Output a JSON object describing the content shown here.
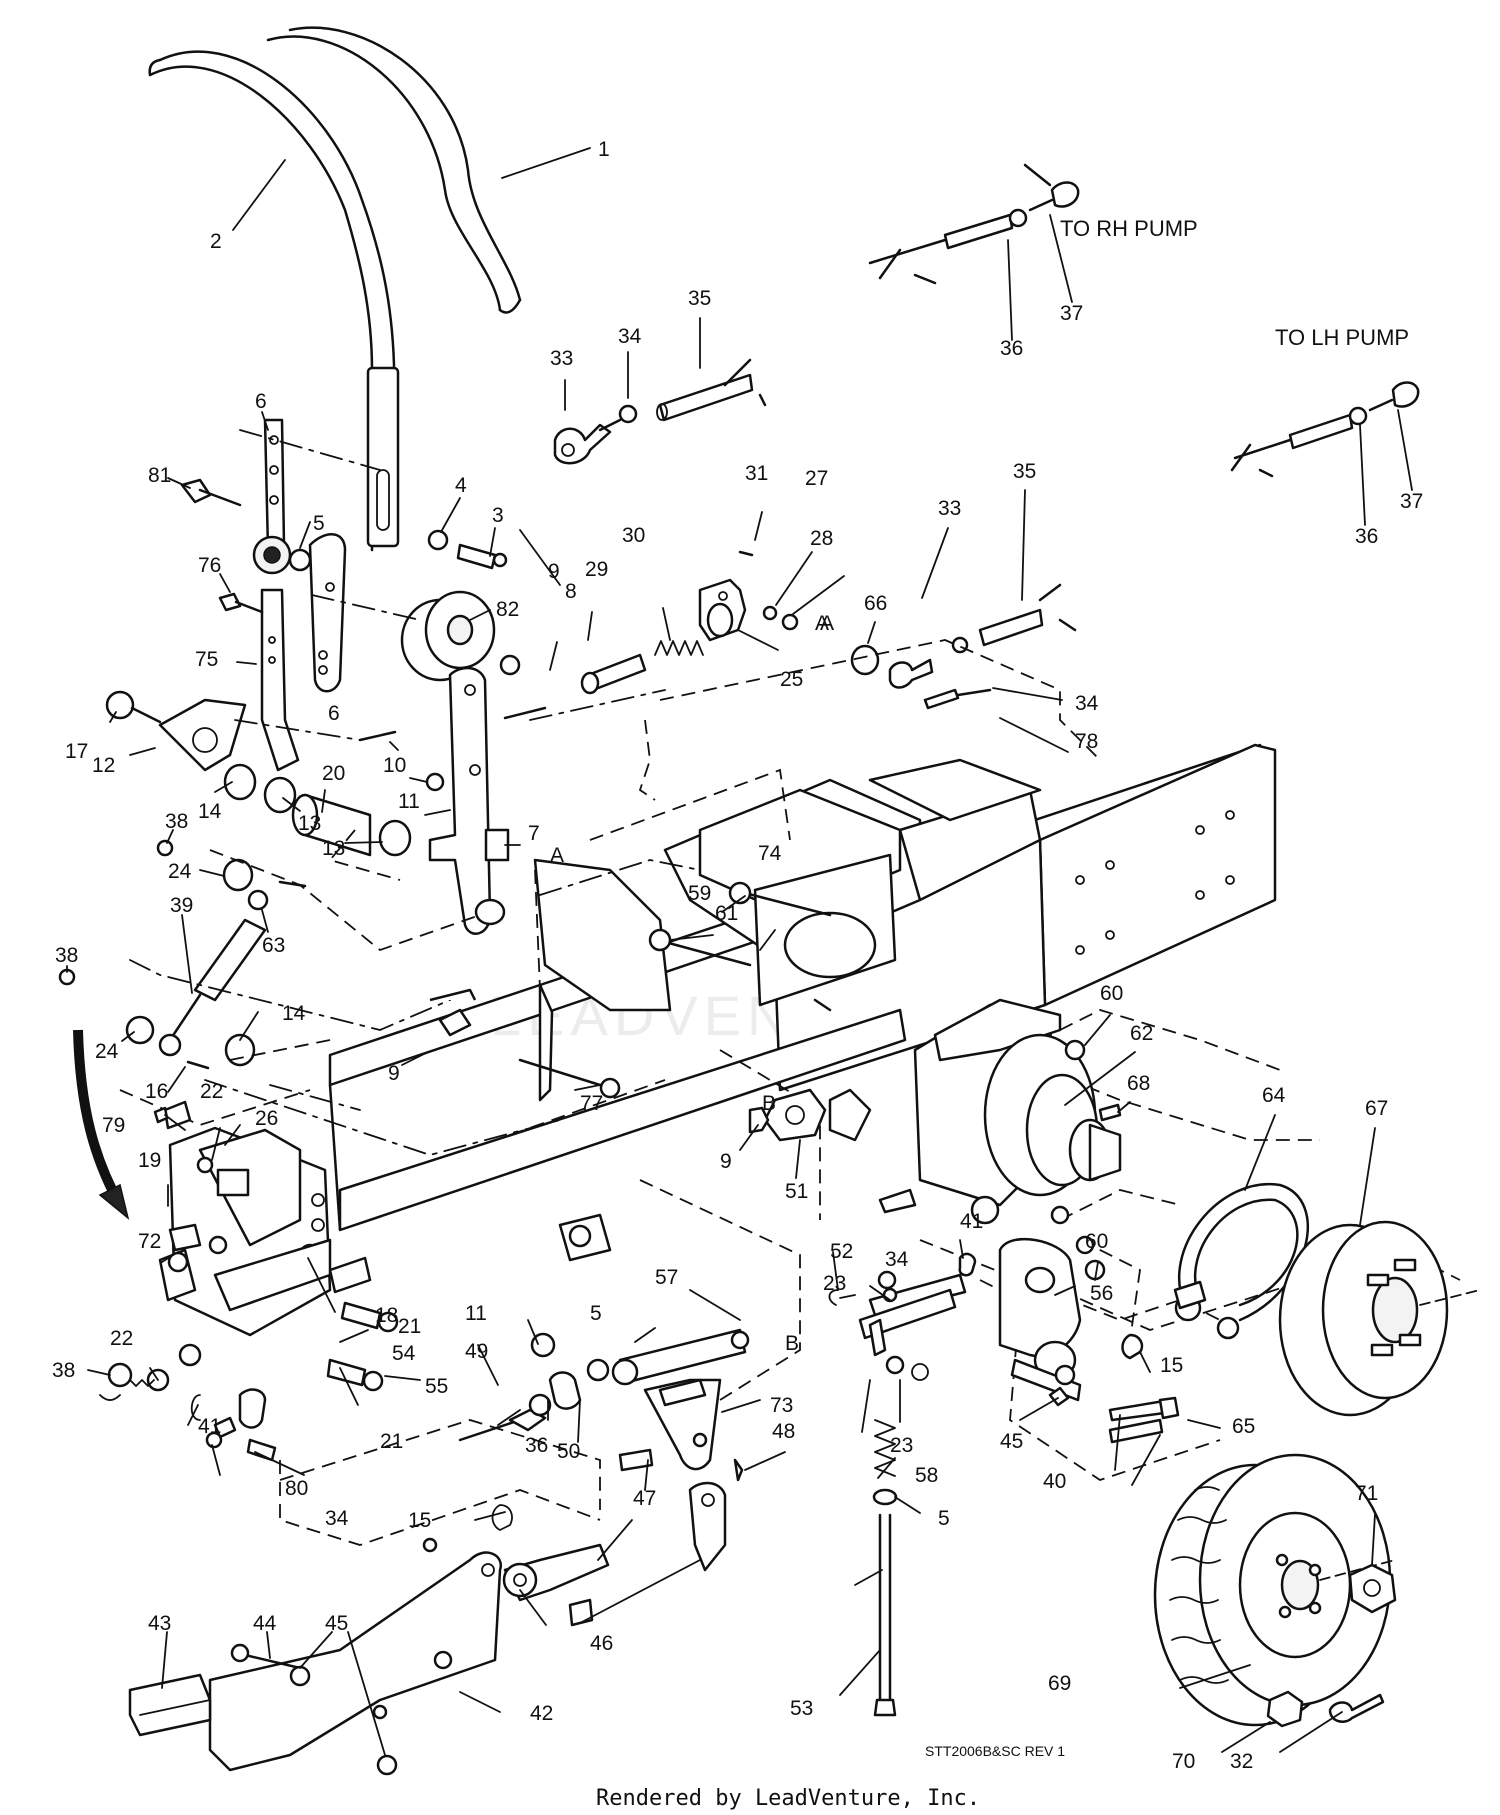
{
  "notes": {
    "to_rh_pump": "TO RH PUMP",
    "to_lh_pump": "TO LH PUMP"
  },
  "letters": {
    "a": "A",
    "b": "B"
  },
  "drawing_code": "STT2006B&SC REV 1",
  "watermark": "LEADVENTURE",
  "footer": "Rendered by LeadVenture, Inc.",
  "callouts": [
    "1",
    "2",
    "3",
    "4",
    "5",
    "6",
    "6",
    "81",
    "76",
    "75",
    "82",
    "12",
    "17",
    "14",
    "13",
    "13",
    "20",
    "38",
    "24",
    "39",
    "63",
    "38",
    "24",
    "16",
    "14",
    "9",
    "7",
    "8",
    "9",
    "10",
    "11",
    "A",
    "29",
    "30",
    "31",
    "27",
    "28",
    "25",
    "33",
    "34",
    "35",
    "33",
    "35",
    "34",
    "66",
    "A",
    "78",
    "36",
    "37",
    "36",
    "37",
    "61",
    "59",
    "74",
    "60",
    "62",
    "68",
    "64",
    "67",
    "9",
    "51",
    "B",
    "77",
    "22",
    "26",
    "79",
    "19",
    "72",
    "18",
    "22",
    "38",
    "21",
    "54",
    "55",
    "11",
    "5",
    "57",
    "B",
    "49",
    "36",
    "50",
    "73",
    "48",
    "47",
    "23",
    "41",
    "80",
    "21",
    "34",
    "15",
    "46",
    "43",
    "44",
    "45",
    "42",
    "52",
    "41",
    "34",
    "56",
    "23",
    "58",
    "5",
    "53",
    "60",
    "15",
    "65",
    "45",
    "40",
    "69",
    "71",
    "70",
    "32"
  ]
}
